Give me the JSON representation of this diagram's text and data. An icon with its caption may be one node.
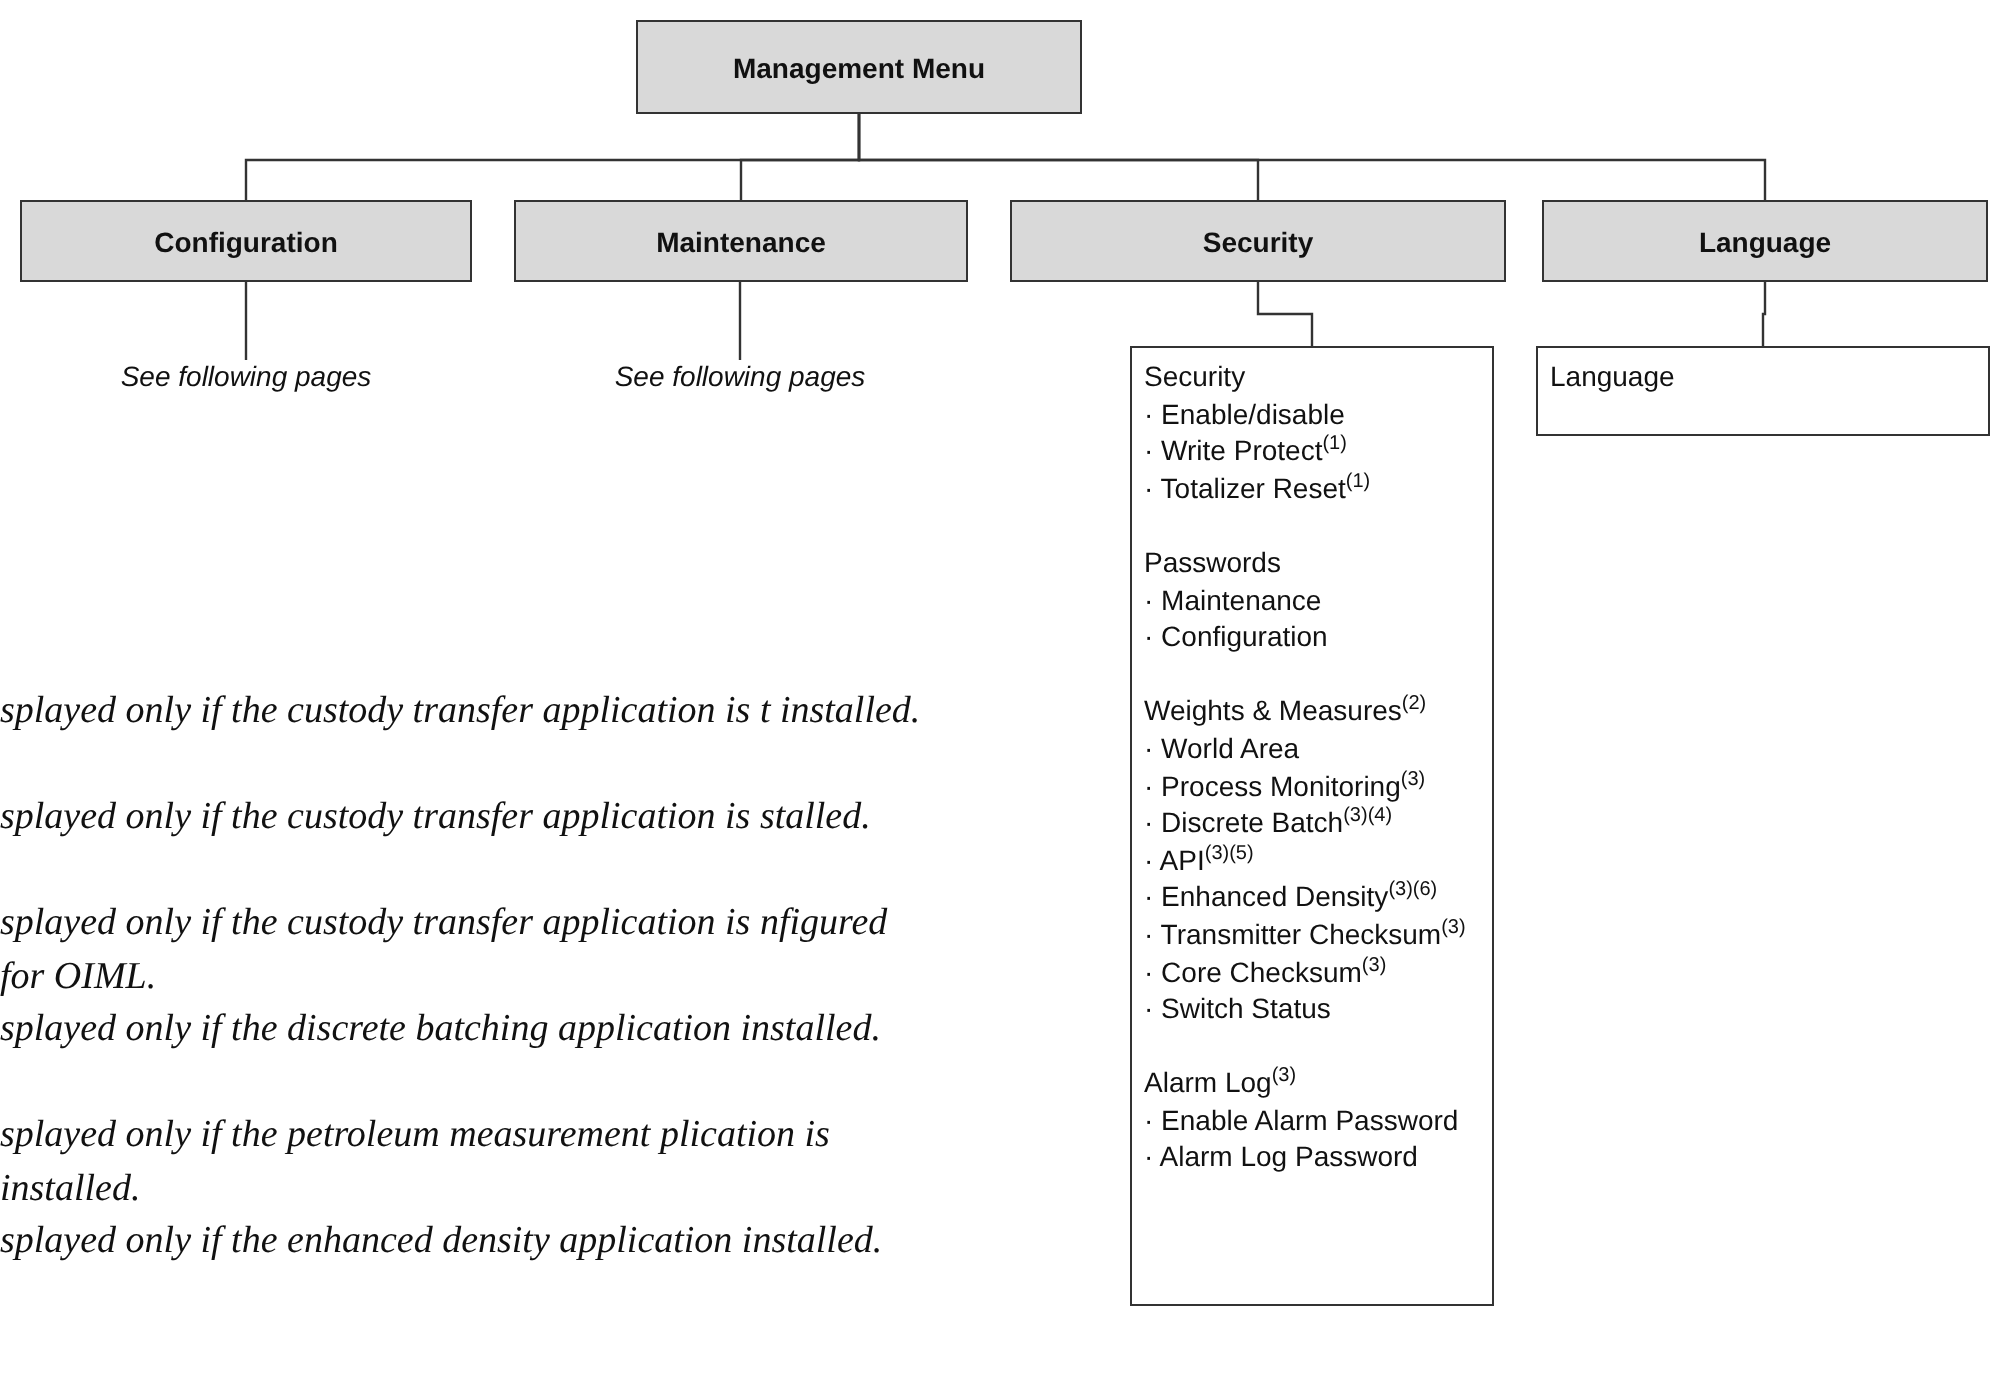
{
  "diagram": {
    "nodes": [
      {
        "text": [
          "Management Menu"
        ]
      },
      {
        "text": [
          "Configuration"
        ]
      },
      {
        "text": [
          "Maintenance"
        ]
      },
      {
        "text": [
          "Security"
        ]
      },
      {
        "text": [
          "Language"
        ]
      },
      {
        "text": [
          "See following pages"
        ]
      },
      {
        "text": [
          "See following pages"
        ]
      },
      {
        "text": [
          "Security",
          "· Enable/disable",
          "· Write Protect$^{(1)}$",
          "· Totalizer Reset$^{(1)}$",
          "Passwords",
          "· Maintenance",
          "· Configuration",
          "Weights & Measures$^{(2)}$",
          "· World Area",
          "· Process Monitoring$^{(3)}$",
          "· Discrete Batch$^{(3)(4)}$",
          "· API$^{(3)(5)}$",
          "· Enhanced Density$^{(3)(6)}$",
          "· Transmitter Checksum$^{(3)}$",
          "· Core Checksum$^{(3)}$",
          "· Switch Status",
          "Alarm Log$^{(3)}$",
          "· Enable Alarm Password",
          "· Alarm Log Password"
        ]
      },
      {
        "text": [
          "Language"
        ]
      }
    ],
    "edges": [
      {
        "from": 0,
        "to": 1,
        "arrow": "none"
      },
      {
        "from": 0,
        "to": 2,
        "arrow": "none"
      },
      {
        "from": 0,
        "to": 3,
        "arrow": "none"
      },
      {
        "from": 0,
        "to": 4,
        "arrow": "none"
      },
      {
        "from": 1,
        "to": 5,
        "arrow": "none"
      },
      {
        "from": 2,
        "to": 6,
        "arrow": "none"
      },
      {
        "from": 3,
        "to": 7,
        "arrow": "none"
      },
      {
        "from": 4,
        "to": 8,
        "arrow": "none"
      }
    ],
    "labels": [
      "splayed only if the custody transfer application is t installed.",
      "splayed only if the custody transfer application is stalled.",
      "splayed only if the custody transfer application is nfigured for OIML.",
      "splayed only if the discrete batching application installed.",
      "splayed only if the petroleum measurement plication is installed.",
      "splayed only if the enhanced density application installed."
    ]
  }
}
